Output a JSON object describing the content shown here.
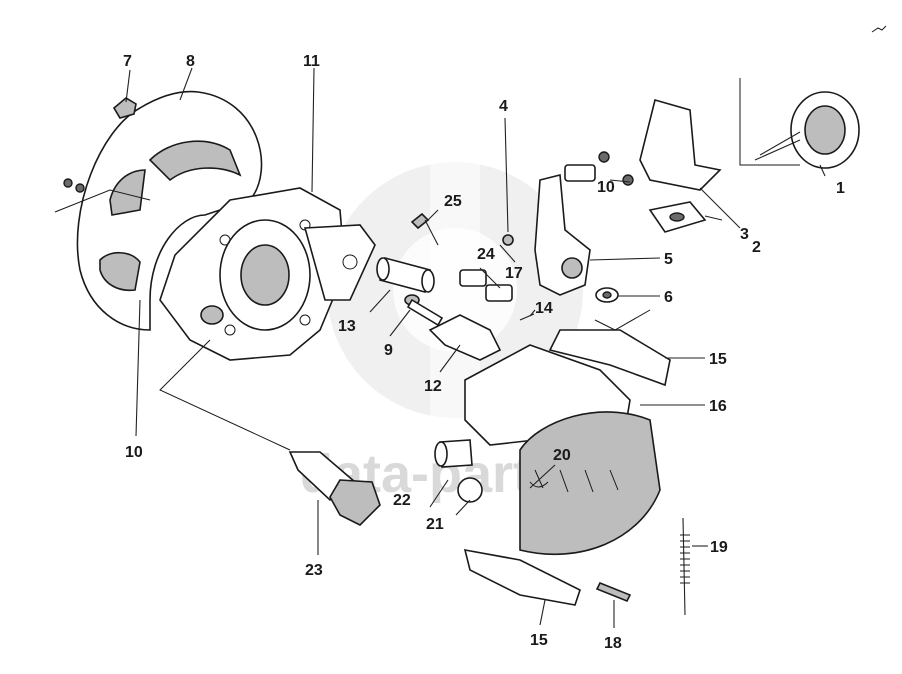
{
  "watermark": {
    "text": "data-parts"
  },
  "callouts": [
    {
      "id": "c1",
      "label": "1"
    },
    {
      "id": "c2",
      "label": "2"
    },
    {
      "id": "c3",
      "label": "3"
    },
    {
      "id": "c4",
      "label": "4"
    },
    {
      "id": "c5",
      "label": "5"
    },
    {
      "id": "c6",
      "label": "6"
    },
    {
      "id": "c7",
      "label": "7"
    },
    {
      "id": "c8",
      "label": "8"
    },
    {
      "id": "c9",
      "label": "9"
    },
    {
      "id": "c10a",
      "label": "10"
    },
    {
      "id": "c10b",
      "label": "10"
    },
    {
      "id": "c11",
      "label": "11"
    },
    {
      "id": "c12",
      "label": "12"
    },
    {
      "id": "c13",
      "label": "13"
    },
    {
      "id": "c14",
      "label": "14"
    },
    {
      "id": "c15a",
      "label": "15"
    },
    {
      "id": "c15b",
      "label": "15"
    },
    {
      "id": "c16",
      "label": "16"
    },
    {
      "id": "c17",
      "label": "17"
    },
    {
      "id": "c18",
      "label": "18"
    },
    {
      "id": "c19",
      "label": "19"
    },
    {
      "id": "c20",
      "label": "20"
    },
    {
      "id": "c21",
      "label": "21"
    },
    {
      "id": "c22",
      "label": "22"
    },
    {
      "id": "c23",
      "label": "23"
    },
    {
      "id": "c24",
      "label": "24"
    },
    {
      "id": "c25",
      "label": "25"
    }
  ]
}
